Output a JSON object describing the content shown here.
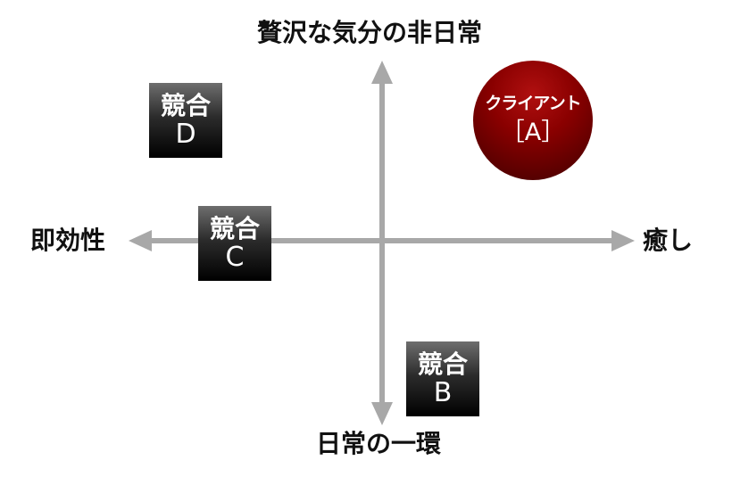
{
  "axes": {
    "top": "贅沢な気分の非日常",
    "bottom": "日常の一環",
    "left": "即効性",
    "right": "癒し"
  },
  "competitors": {
    "d": {
      "line1": "競合",
      "line2": "D"
    },
    "c": {
      "line1": "競合",
      "line2": "C"
    },
    "b": {
      "line1": "競合",
      "line2": "B"
    }
  },
  "client": {
    "line1": "クライアント",
    "line2": "［A］"
  },
  "colors": {
    "axis": "#a8a8a8",
    "client": "#8a0000",
    "competitor": "#2c2c2c"
  }
}
